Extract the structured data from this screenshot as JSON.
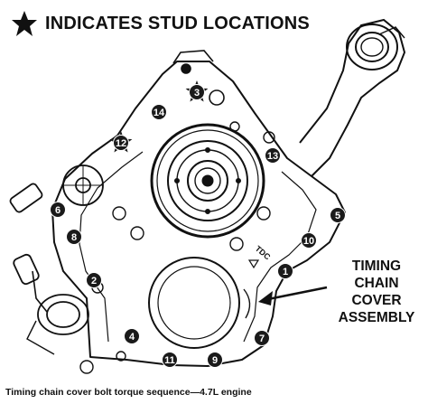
{
  "legend": {
    "icon": "star-icon",
    "text": "INDICATES STUD LOCATIONS"
  },
  "callout": {
    "lines": [
      "TIMING",
      "CHAIN",
      "COVER",
      "ASSEMBLY"
    ]
  },
  "caption": "Timing chain cover bolt torque sequence—4.7L engine",
  "tdc_mark": "TDC",
  "bolts": [
    {
      "label": "1",
      "stud": false
    },
    {
      "label": "2",
      "stud": false
    },
    {
      "label": "3",
      "stud": true
    },
    {
      "label": "4",
      "stud": false
    },
    {
      "label": "5",
      "stud": false
    },
    {
      "label": "6",
      "stud": false
    },
    {
      "label": "7",
      "stud": false
    },
    {
      "label": "8",
      "stud": false
    },
    {
      "label": "9",
      "stud": false
    },
    {
      "label": "10",
      "stud": false
    },
    {
      "label": "11",
      "stud": false
    },
    {
      "label": "12",
      "stud": true
    },
    {
      "label": "13",
      "stud": false
    },
    {
      "label": "14",
      "stud": false
    }
  ],
  "colors": {
    "ink": "#111111",
    "marker_fill": "#1a1a1a",
    "marker_text": "#ffffff"
  }
}
